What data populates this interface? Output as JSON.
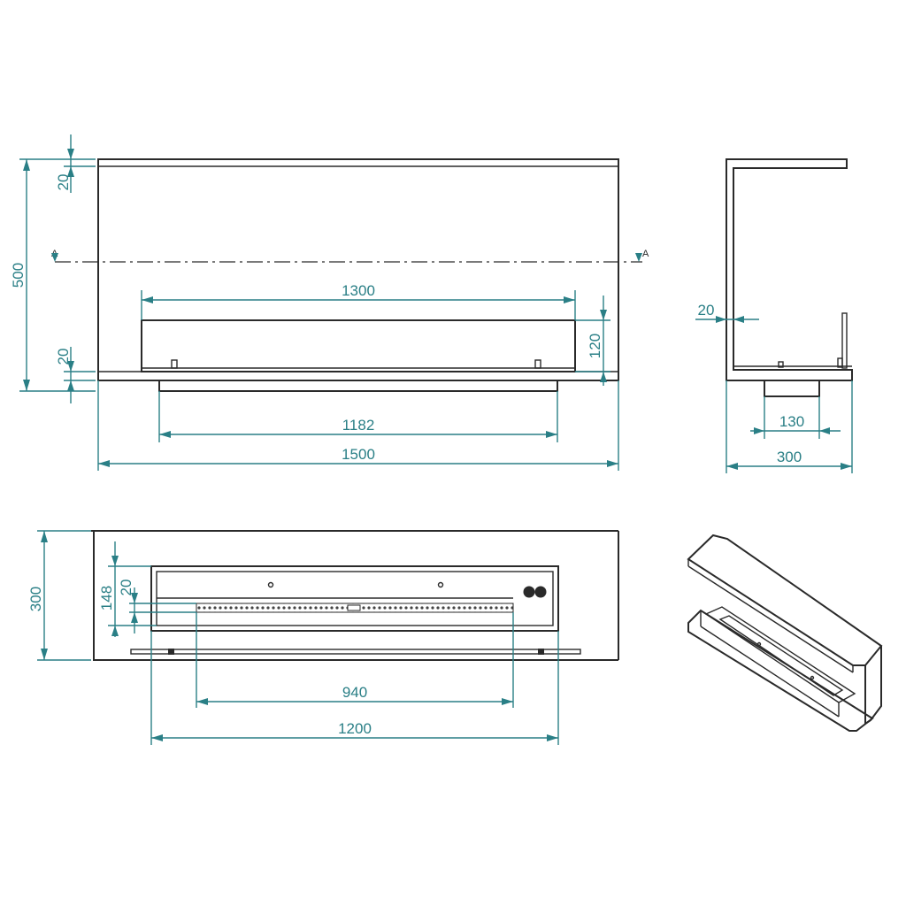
{
  "section_marks": {
    "left": "A",
    "right": "A"
  },
  "front_view": {
    "top_band": "20",
    "height": "500",
    "burner_width": "1300",
    "burner_height": "120",
    "bottom_band": "20",
    "base_width": "1182",
    "overall_width": "1500"
  },
  "side_view": {
    "wall": "20",
    "base_depth": "130",
    "overall_depth": "300"
  },
  "top_view": {
    "depth": "300",
    "opening_depth": "148",
    "slot_offset": "20",
    "slot_length": "940",
    "opening_width": "1200"
  },
  "colors": {
    "dimension": "#2a7f86",
    "outline": "#2a2a2a"
  }
}
